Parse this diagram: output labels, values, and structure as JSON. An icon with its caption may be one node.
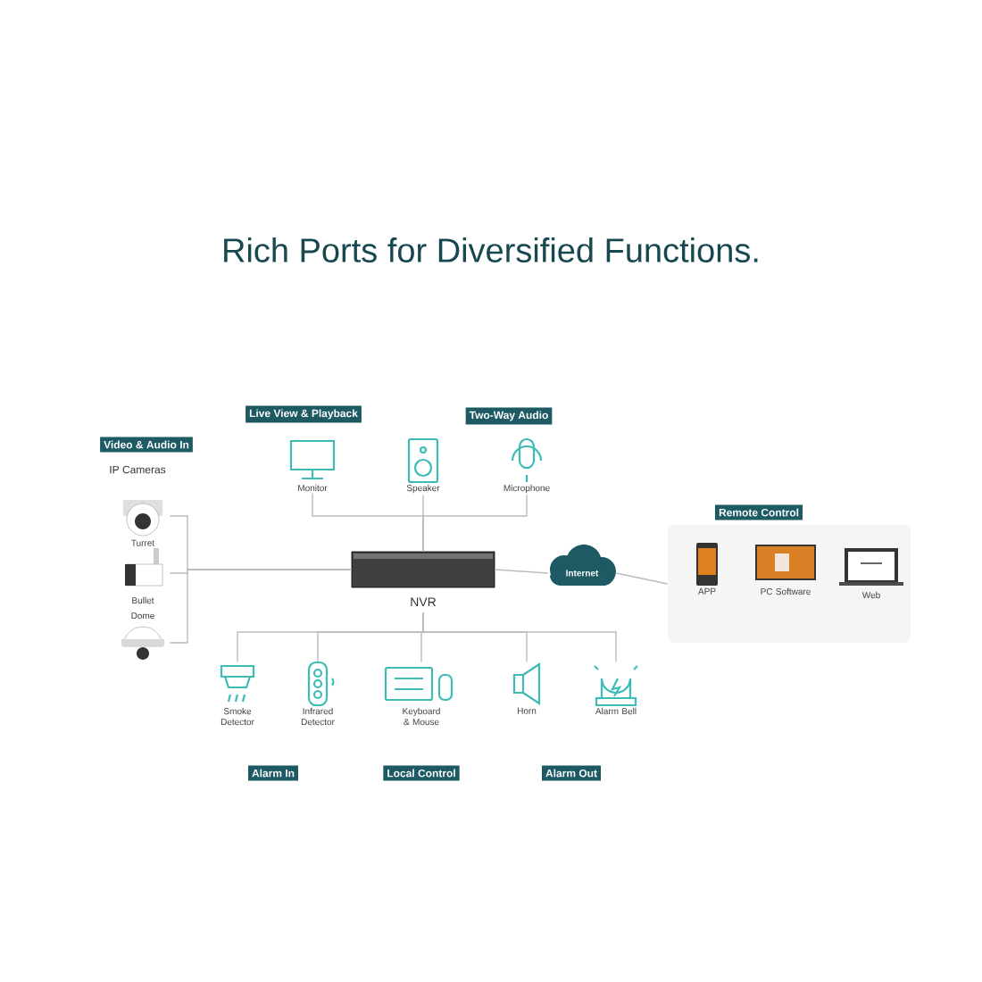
{
  "diagram": {
    "title": "Rich Ports for Diversified Functions.",
    "nodes": [
      {
        "text": [
          "Monitor"
        ]
      },
      {
        "text": [
          "Speaker"
        ]
      },
      {
        "text": [
          "Microphone"
        ]
      },
      {
        "text": [
          "Turret"
        ]
      },
      {
        "text": [
          "Bullet"
        ]
      },
      {
        "text": [
          "Dome"
        ]
      },
      {
        "text": [
          "NVR"
        ]
      },
      {
        "text": [
          "Internet"
        ]
      },
      {
        "text": [
          "Remote Control"
        ]
      },
      {
        "text": [
          "APP"
        ],
        "in": 8
      },
      {
        "text": [
          "PC Software"
        ],
        "in": 8
      },
      {
        "text": [
          "Web"
        ],
        "in": 8
      },
      {
        "text": [
          "Smoke Detector"
        ]
      },
      {
        "text": [
          "Infrared Detector"
        ]
      },
      {
        "text": [
          "Keyboard & Mouse"
        ]
      },
      {
        "text": [
          "Horn"
        ]
      },
      {
        "text": [
          "Alarm Bell"
        ]
      }
    ],
    "edges": [
      {
        "from": 0,
        "to": 6,
        "arrow": "none"
      },
      {
        "from": 1,
        "to": 6,
        "arrow": "none"
      },
      {
        "from": 2,
        "to": 6,
        "arrow": "none"
      },
      {
        "from": 3,
        "to": 6,
        "arrow": "none"
      },
      {
        "from": 4,
        "to": 6,
        "arrow": "none"
      },
      {
        "from": 5,
        "to": 6,
        "arrow": "none"
      },
      {
        "from": 6,
        "to": 7,
        "arrow": "none"
      },
      {
        "from": 7,
        "to": 8,
        "arrow": "none"
      },
      {
        "from": 6,
        "to": 12,
        "arrow": "none"
      },
      {
        "from": 6,
        "to": 13,
        "arrow": "none"
      },
      {
        "from": 6,
        "to": 14,
        "arrow": "none"
      },
      {
        "from": 6,
        "to": 15,
        "arrow": "none"
      },
      {
        "from": 6,
        "to": 16,
        "arrow": "none"
      }
    ],
    "labels": [
      "Video & Audio In",
      "IP Cameras",
      "Live View & Playback",
      "Two-Way Audio",
      "Alarm In",
      "Local Control",
      "Alarm Out"
    ]
  }
}
